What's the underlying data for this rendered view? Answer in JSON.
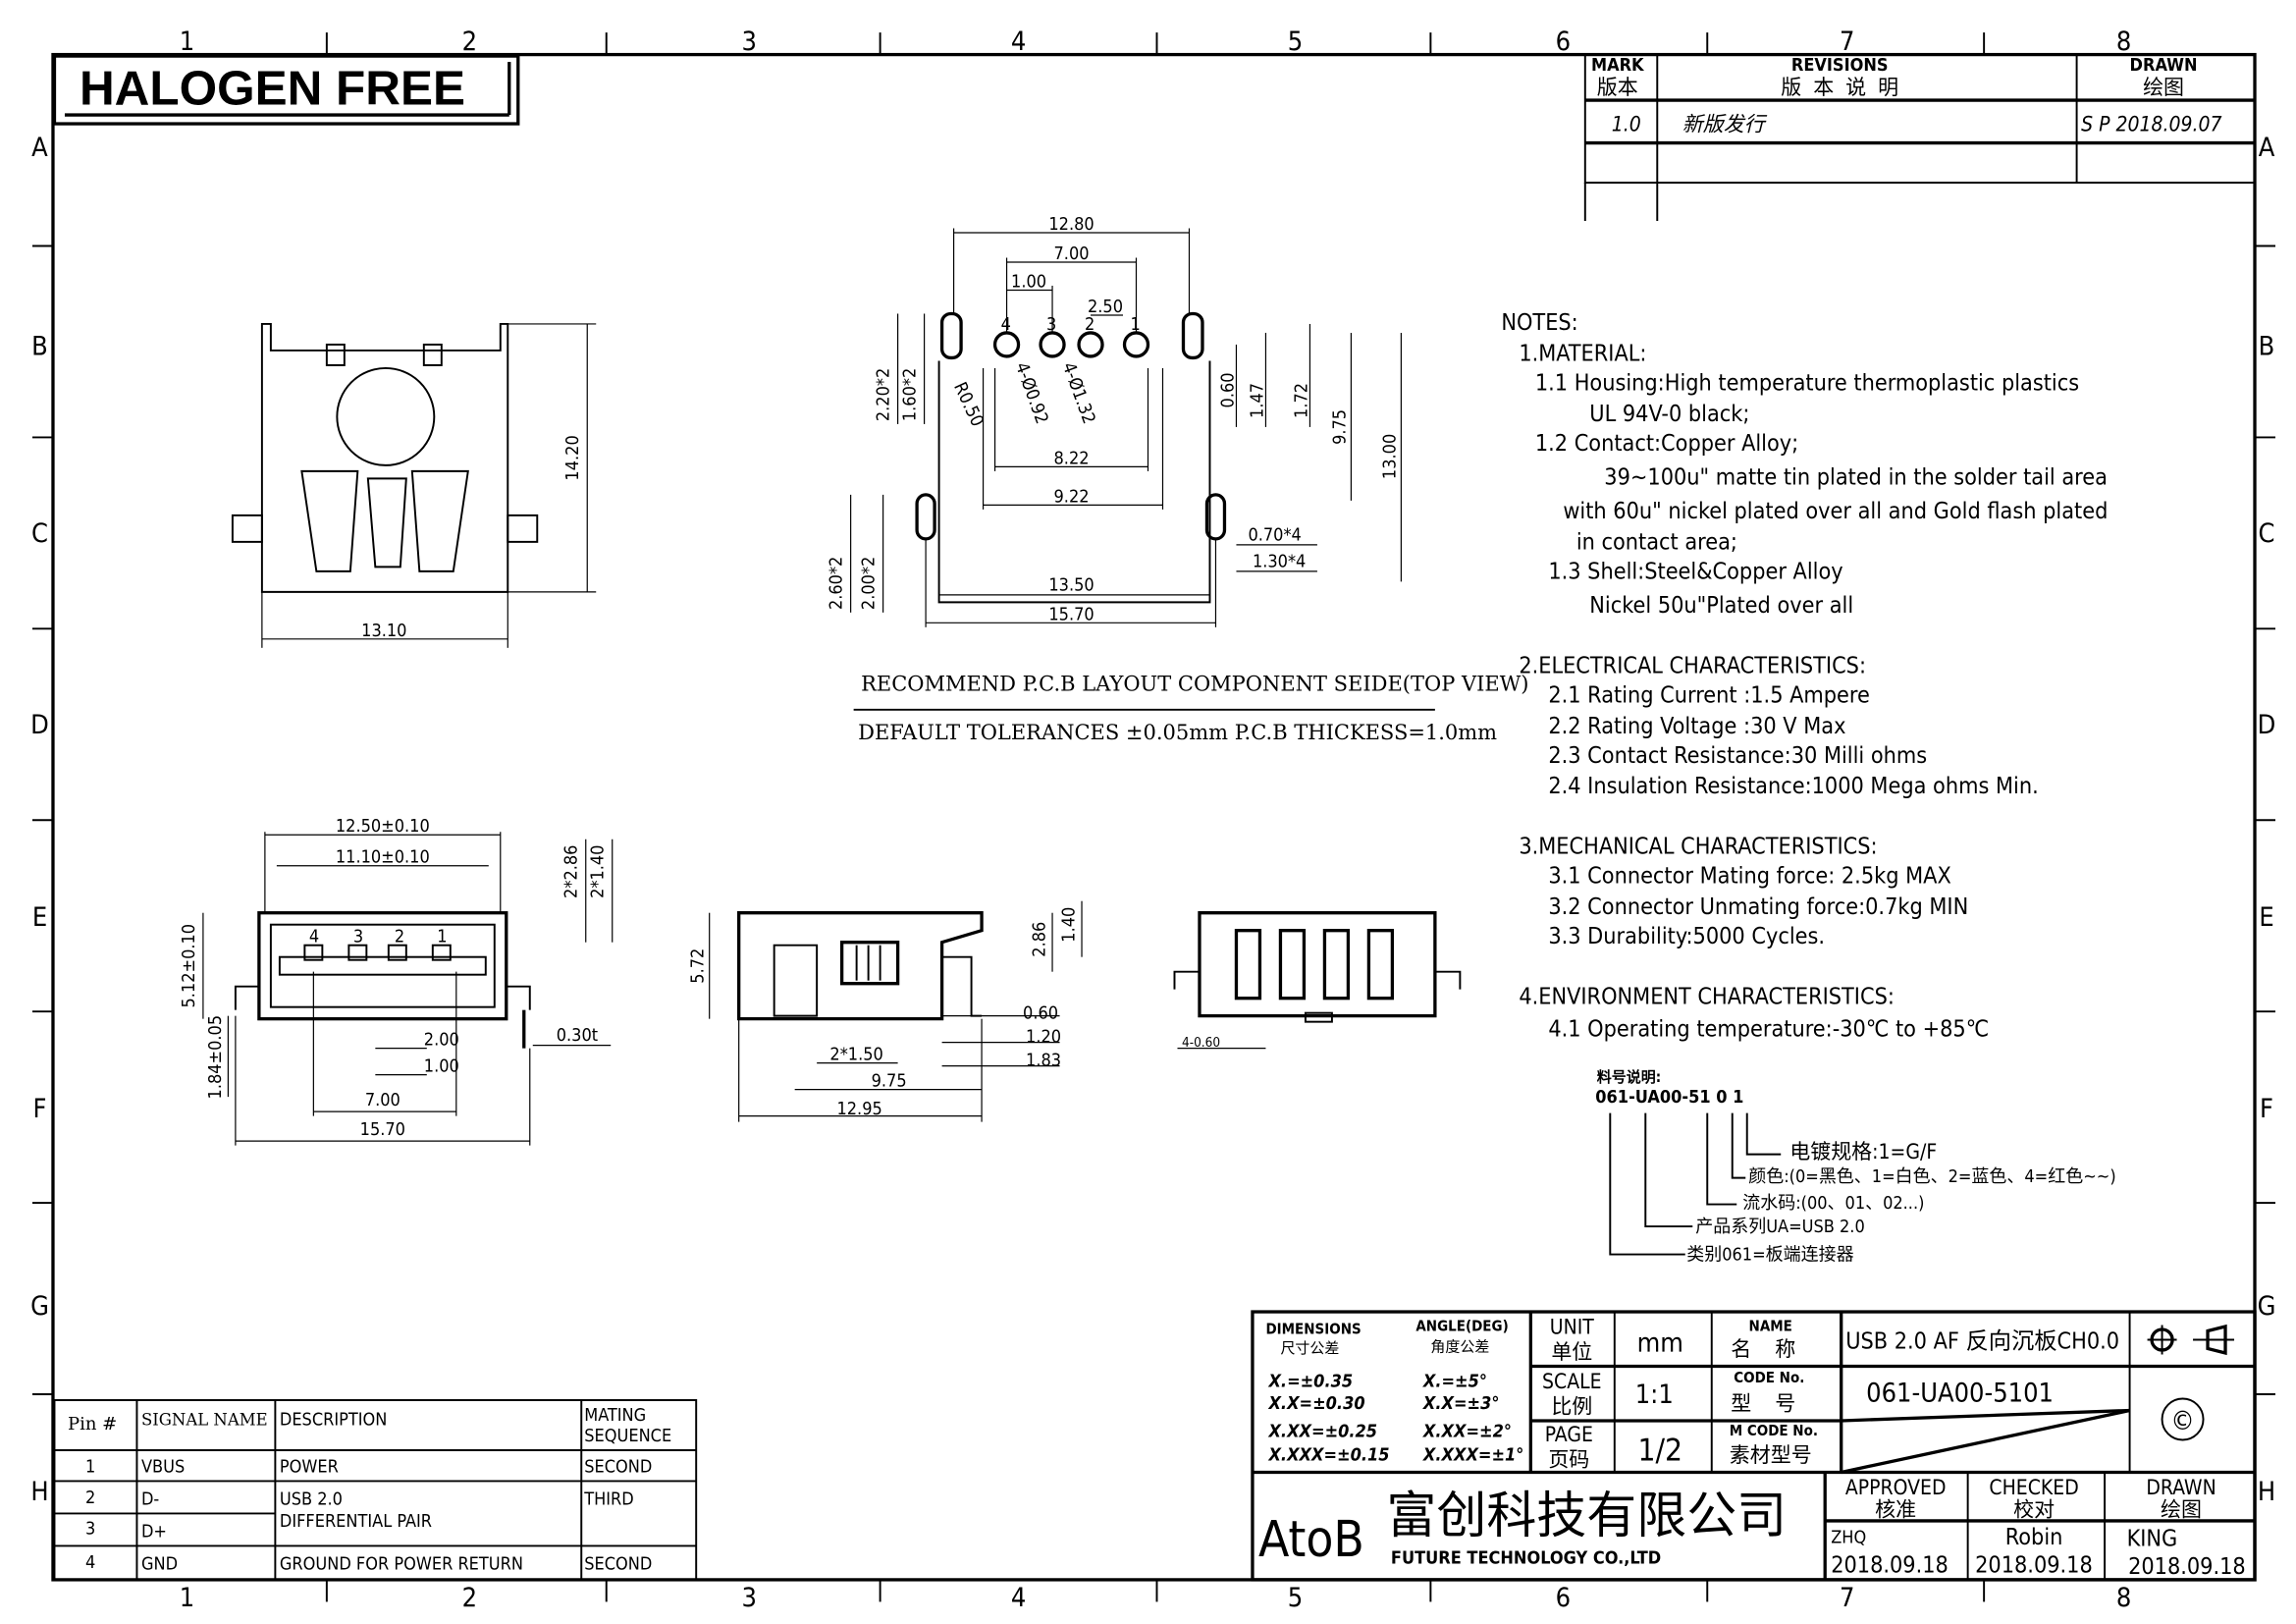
{
  "header": {
    "halogen_free": "HALOGEN FREE"
  },
  "grid": {
    "columns": [
      "1",
      "2",
      "3",
      "4",
      "5",
      "6",
      "7",
      "8"
    ],
    "rows": [
      "A",
      "B",
      "C",
      "D",
      "E",
      "F",
      "G",
      "H"
    ]
  },
  "revisions": {
    "mark_en": "MARK",
    "mark_cn": "版本",
    "rev_en": "REVISIONS",
    "rev_cn": "版  本  说  明",
    "drawn_en": "DRAWN",
    "drawn_cn": "绘图",
    "rows": [
      {
        "mark": "1.0",
        "desc": "新版发行",
        "drawn": "S P 2018.09.07"
      }
    ]
  },
  "top_view": {
    "width": "13.10",
    "height": "14.20"
  },
  "pcb_layout": {
    "dims": [
      "12.80",
      "7.00",
      "1.00",
      "2.50",
      "8.22",
      "9.22",
      "13.50",
      "15.70",
      "2.20*2",
      "1.60*2",
      "R0.50",
      "4-Ø0.92",
      "4-Ø1.32",
      "0.60",
      "1.47",
      "1.72",
      "9.75",
      "13.00",
      "0.70*4",
      "1.30*4",
      "2.60*2",
      "2.00*2"
    ],
    "pin_numbers": [
      "4",
      "3",
      "2",
      "1"
    ],
    "caption": "RECOMMEND P.C.B LAYOUT COMPONENT SEIDE(TOP VIEW)",
    "tolerance": "DEFAULT TOLERANCES ±0.05mm P.C.B THICKESS=1.0mm"
  },
  "front_view": {
    "dims": [
      "12.50±0.10",
      "11.10±0.10",
      "2*2.86",
      "2*1.40",
      "5.12±0.10",
      "1.84±0.05",
      "2.00",
      "1.00",
      "7.00",
      "15.70",
      "0.30t"
    ],
    "pin_numbers": [
      "4",
      "3",
      "2",
      "1"
    ]
  },
  "side_view": {
    "dims": [
      "5.72",
      "2.86",
      "1.40",
      "0.60",
      "1.20",
      "1.83",
      "2*1.50",
      "9.75",
      "12.95"
    ]
  },
  "rear_view": {
    "dims": [
      "4-0.60"
    ]
  },
  "notes": {
    "lines": [
      "NOTES:",
      "1.MATERIAL:",
      "1.1  Housing:High temperature thermoplastic plastics",
      "UL 94V-0 black;",
      "1.2  Contact:Copper Alloy;",
      "39~100u\" matte tin plated in the solder tail area",
      "with 60u\" nickel plated over all and Gold flash plated",
      "in contact area;",
      "1.3  Shell:Steel&Copper Alloy",
      "Nickel 50u\"Plated over all",
      "2.ELECTRICAL  CHARACTERISTICS:",
      "2.1  Rating Current :1.5 Ampere",
      "2.2  Rating Voltage :30 V Max",
      "2.3  Contact Resistance:30 Milli ohms",
      "2.4  Insulation Resistance:1000 Mega ohms Min.",
      "3.MECHANICAL  CHARACTERISTICS:",
      "3.1  Connector Mating force: 2.5kg MAX",
      "3.2  Connector Unmating force:0.7kg MIN",
      "3.3  Durability:5000 Cycles.",
      "4.ENVIRONMENT  CHARACTERISTICS:",
      "4.1  Operating temperature:-30℃  to  +85℃"
    ]
  },
  "part_code": {
    "title": "料号说明:",
    "code": "061-UA00-51 0 1",
    "items": [
      "电镀规格:1=G/F",
      "颜色:(0=黑色、1=白色、2=蓝色、4=红色~~)",
      "流水码:(00、01、02...)",
      "产品系列UA=USB 2.0",
      "类别061=板端连接器"
    ]
  },
  "pin_table": {
    "headers": [
      "Pin #",
      "SIGNAL NAME",
      "DESCRIPTION",
      "MATING SEQUENCE"
    ],
    "rows": [
      {
        "pin": "1",
        "signal": "VBUS",
        "desc": "POWER",
        "seq": "SECOND"
      },
      {
        "pin": "2",
        "signal": "D-",
        "desc": "USB 2.0",
        "seq": "THIRD"
      },
      {
        "pin": "3",
        "signal": "D+",
        "desc": "DIFFERENTIAL PAIR",
        "seq": ""
      },
      {
        "pin": "4",
        "signal": "GND",
        "desc": "GROUND FOR POWER RETURN",
        "seq": "SECOND"
      }
    ]
  },
  "title_block": {
    "dimensions_en": "DIMENSIONS",
    "dimensions_cn": "尺寸公差",
    "angle_en": "ANGLE(DEG)",
    "angle_cn": "角度公差",
    "tol": [
      "X.=±0.35",
      "X.X=±0.30",
      "X.XX=±0.25",
      "X.XXX=±0.15"
    ],
    "angle_tol": [
      "X.=±5°",
      "X.X=±3°",
      "X.XX=±2°",
      "X.XXX=±1°"
    ],
    "unit_en": "UNIT",
    "unit_cn": "单位",
    "unit": "mm",
    "scale_en": "SCALE",
    "scale_cn": "比例",
    "scale": "1:1",
    "page_en": "PAGE",
    "page_cn": "页码",
    "page": "1/2",
    "name_en": "NAME",
    "name_cn": "名    称",
    "name": "USB 2.0 AF 反向沉板CH0.0",
    "code_en": "CODE No.",
    "code_cn": "型    号",
    "code": "061-UA00-5101",
    "mcode_en": "M CODE No.",
    "mcode_cn": "素材型号",
    "copyright": "©",
    "company_logo": "AtoB",
    "company_cn": "富创科技有限公司",
    "company_en": "FUTURE TECHNOLOGY CO.,LTD",
    "approved_en": "APPROVED",
    "approved_cn": "核准",
    "approved_by": "ZHQ",
    "approved_date": "2018.09.18",
    "checked_en": "CHECKED",
    "checked_cn": "校对",
    "checked_by": "Robin",
    "checked_date": "2018.09.18",
    "drawn_en": "DRAWN",
    "drawn_cn": "绘图",
    "drawn_by": "KING",
    "drawn_date": "2018.09.18"
  }
}
